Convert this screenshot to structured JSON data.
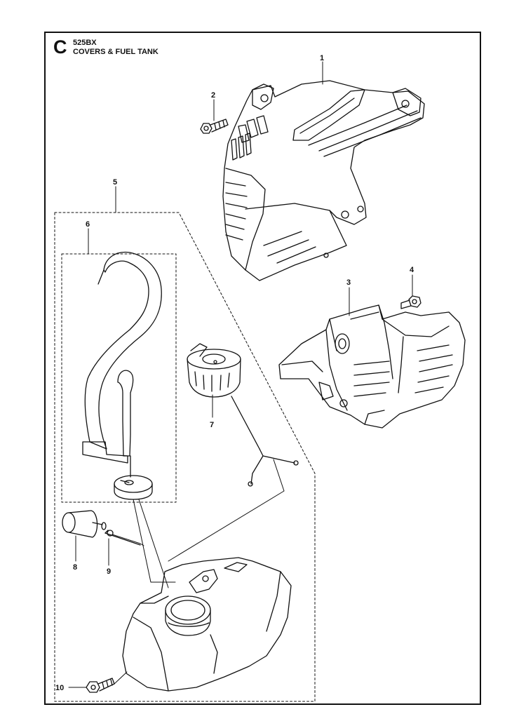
{
  "header": {
    "section_letter": "C",
    "model": "525BX",
    "title": "COVERS & FUEL TANK"
  },
  "callouts": {
    "c1": "1",
    "c2": "2",
    "c3": "3",
    "c4": "4",
    "c5": "5",
    "c6": "6",
    "c7": "7",
    "c8": "8",
    "c9": "9",
    "c10": "10"
  }
}
